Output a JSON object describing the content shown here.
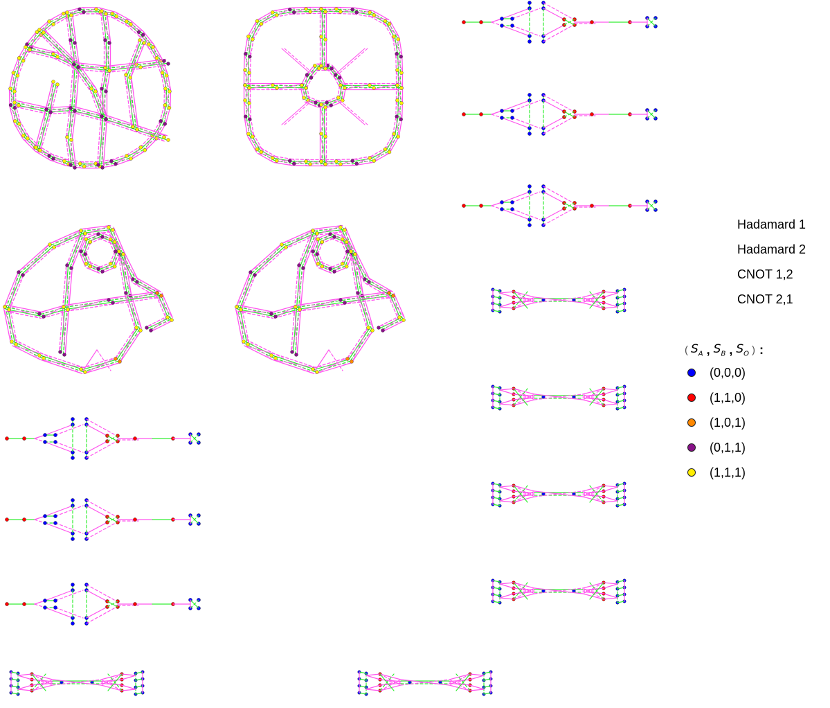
{
  "colors": {
    "hadamard": "#33ee33",
    "cnot": "#ff55ee",
    "s000": "#0000ff",
    "s110": "#ff0000",
    "s101": "#ff8800",
    "s011": "#881188",
    "s111": "#ffee00"
  },
  "legend": {
    "items": [
      {
        "label": "Hadamard 1",
        "color": "#33ee33",
        "style": "solid"
      },
      {
        "label": "Hadamard 2",
        "color": "#33ee33",
        "style": "dashed"
      },
      {
        "label": "CNOT 1,2",
        "color": "#ff55ee",
        "style": "solid"
      },
      {
        "label": "CNOT 2,1",
        "color": "#ff55ee",
        "style": "dashed"
      }
    ],
    "state_title": {
      "a": "S",
      "a_sub": "A",
      "b": "S",
      "b_sub": "B",
      "o": "S",
      "o_sub": "O"
    },
    "states": [
      {
        "label": "(0,0,0)",
        "color": "#0000ff"
      },
      {
        "label": "(1,1,0)",
        "color": "#ff0000"
      },
      {
        "label": "(1,0,1)",
        "color": "#ff8800"
      },
      {
        "label": "(0,1,1)",
        "color": "#881188"
      },
      {
        "label": "(1,1,1)",
        "color": "#ffee00"
      }
    ]
  }
}
